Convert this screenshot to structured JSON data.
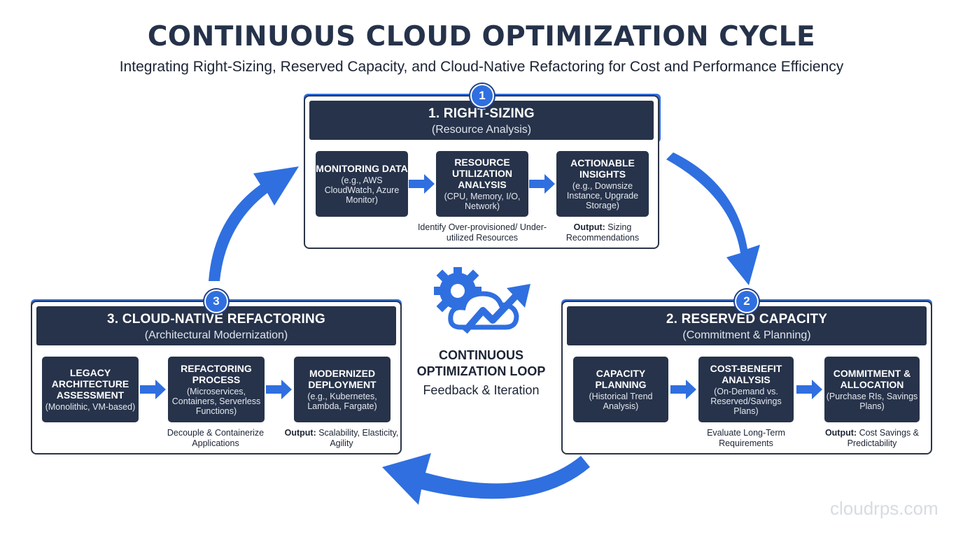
{
  "header": {
    "title": "CONTINUOUS CLOUD OPTIMIZATION CYCLE",
    "subtitle": "Integrating Right-Sizing, Reserved Capacity, and Cloud-Native Refactoring for Cost and Performance Efficiency"
  },
  "colors": {
    "accent": "#2f6fe0",
    "navy": "#27334a",
    "text": "#1c2434"
  },
  "stages": {
    "rightsizing": {
      "badge": "1",
      "title": "1. RIGHT-SIZING",
      "subtitle": "(Resource Analysis)",
      "boxes": [
        {
          "title": "MONITORING DATA",
          "detail": "(e.g., AWS CloudWatch, Azure Monitor)"
        },
        {
          "title": "RESOURCE UTILIZATION ANALYSIS",
          "detail": "(CPU, Memory, I/O, Network)"
        },
        {
          "title": "ACTIONABLE INSIGHTS",
          "detail": "(e.g., Downsize Instance, Upgrade Storage)"
        }
      ],
      "note_mid": "Identify Over-provisioned/ Under-utilized Resources",
      "output_label": "Output:",
      "output_text": "Sizing Recommendations"
    },
    "reserved": {
      "badge": "2",
      "title": "2. RESERVED CAPACITY",
      "subtitle": "(Commitment & Planning)",
      "boxes": [
        {
          "title": "CAPACITY PLANNING",
          "detail": "(Historical Trend Analysis)"
        },
        {
          "title": "COST-BENEFIT ANALYSIS",
          "detail": "(On-Demand vs. Reserved/Savings Plans)"
        },
        {
          "title": "COMMITMENT & ALLOCATION",
          "detail": "(Purchase RIs, Savings Plans)"
        }
      ],
      "note_mid": "Evaluate Long-Term Requirements",
      "output_label": "Output:",
      "output_text": "Cost Savings & Predictability"
    },
    "refactoring": {
      "badge": "3",
      "title": "3. CLOUD-NATIVE REFACTORING",
      "subtitle": "(Architectural Modernization)",
      "boxes": [
        {
          "title": "LEGACY ARCHITECTURE ASSESSMENT",
          "detail": "(Monolithic, VM-based)"
        },
        {
          "title": "REFACTORING PROCESS",
          "detail": "(Microservices, Containers, Serverless Functions)"
        },
        {
          "title": "MODERNIZED DEPLOYMENT",
          "detail": "(e.g., Kubernetes, Lambda, Fargate)"
        }
      ],
      "note_mid": "Decouple & Containerize Applications",
      "output_label": "Output:",
      "output_text": "Scalability, Elasticity, Agility"
    }
  },
  "center": {
    "title": "CONTINUOUS OPTIMIZATION LOOP",
    "subtitle": "Feedback & Iteration",
    "icon": "cloud-gear-growth-icon"
  },
  "watermark": "cloudrps.com"
}
